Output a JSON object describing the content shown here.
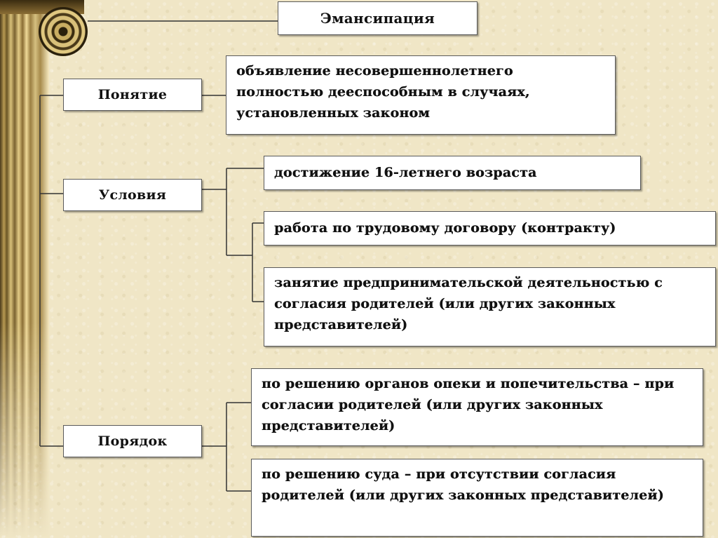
{
  "title": "Эмансипация",
  "sections": [
    {
      "label": "Понятие",
      "items": [
        "объявление несовершеннолетнего полностью дееспособным в случаях, установленных законом"
      ]
    },
    {
      "label": "Условия",
      "items": [
        "достижение 16-летнего возраста",
        "работа по трудовому договору (контракту)",
        "занятие предпринимательской деятельностью с согласия родителей (или других законных представителей)"
      ]
    },
    {
      "label": "Порядок",
      "items": [
        "по решению органов опеки и попечительства – при согласии родителей (или других законных представителей)",
        "по решению суда – при отсутствии согласия родителей (или других законных представителей)"
      ]
    }
  ]
}
